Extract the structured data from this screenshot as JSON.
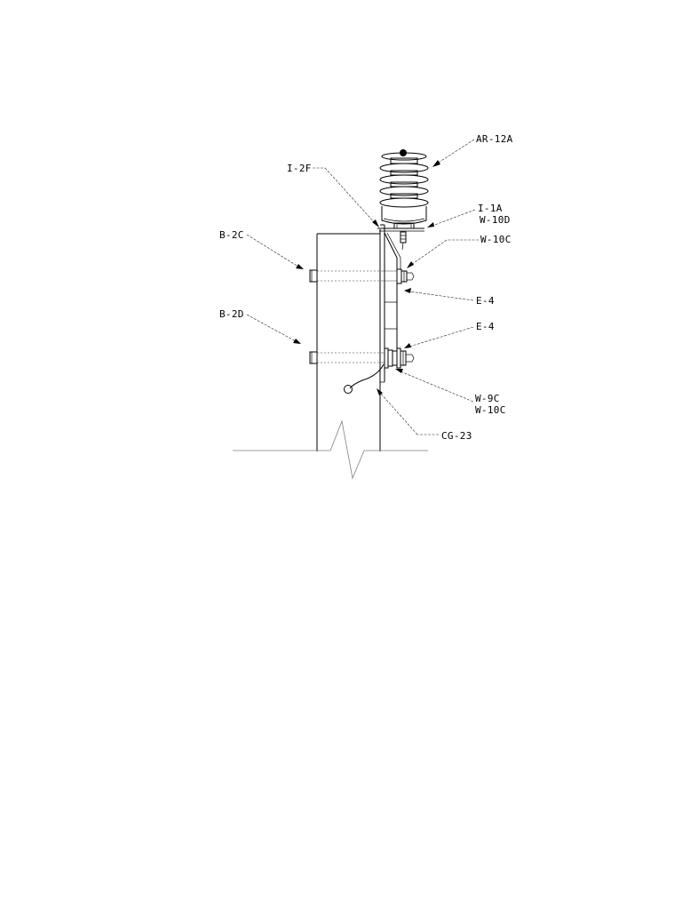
{
  "callouts": {
    "ar_12a": "AR-12A",
    "i_2f": "I-2F",
    "i_1a": "I-1A",
    "w_10d": "W-10D",
    "w_10c_top": "W-10C",
    "b_2c": "B-2C",
    "e_4_top": "E-4",
    "b_2d": "B-2D",
    "e_4_bottom": "E-4",
    "w_9c": "W-9C",
    "w_10c_bottom": "W-10C",
    "cg_23": "CG-23"
  },
  "icons": {
    "arrester": "surge-arrester-icon",
    "bracket": "mounting-bracket-icon",
    "bolt": "bolt-icon",
    "pole": "pole-icon",
    "ground-wire": "ground-wire-icon"
  }
}
